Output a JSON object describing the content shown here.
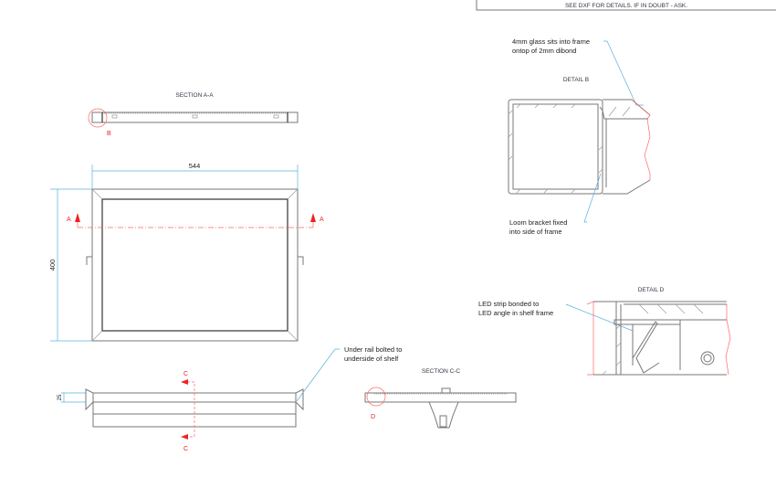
{
  "title_block": {
    "note": "SEE DXF FOR DETAILS.    IF IN DOUBT - ASK."
  },
  "section_aa": {
    "title": "SECTION A-A",
    "detail_marker": "B"
  },
  "front_view": {
    "width_dim": "544",
    "height_dim": "400",
    "section_marker": "A"
  },
  "side_view": {
    "height_dim": "25",
    "section_marker": "C",
    "callout": [
      "Under rail bolted to",
      "underside of shelf"
    ]
  },
  "section_cc": {
    "title": "SECTION C-C",
    "detail_marker": "D"
  },
  "detail_b": {
    "title": "DETAIL B",
    "callout_top": [
      "4mm glass sits into frame",
      "ontop of 2mm dibond"
    ],
    "callout_bottom": [
      "Loom bracket fixed",
      "into side of frame"
    ]
  },
  "detail_d": {
    "title": "DETAIL D",
    "callout": [
      "LED strip bonded to",
      "LED angle in shelf frame"
    ]
  },
  "colors": {
    "section": "#ee2222",
    "dimension": "#5ab0dd"
  }
}
